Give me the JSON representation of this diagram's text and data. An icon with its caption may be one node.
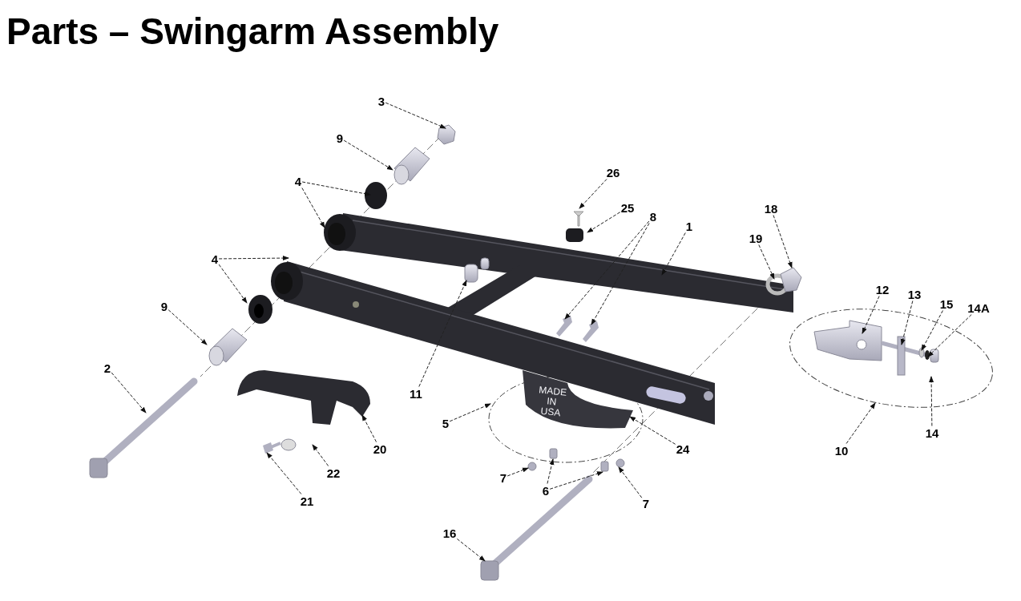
{
  "diagram": {
    "title": "Parts – Swingarm Assembly",
    "nodes": [
      {
        "text": [
          "3"
        ]
      },
      {
        "text": [
          "9"
        ]
      },
      {
        "text": [
          "4"
        ]
      },
      {
        "text": [
          "4"
        ]
      },
      {
        "text": [
          "9"
        ]
      },
      {
        "text": [
          "2"
        ]
      },
      {
        "text": [
          "26"
        ]
      },
      {
        "text": [
          "25"
        ]
      },
      {
        "text": [
          "8"
        ]
      },
      {
        "text": [
          "1"
        ]
      },
      {
        "text": [
          "18"
        ]
      },
      {
        "text": [
          "19"
        ]
      },
      {
        "text": [
          "12"
        ]
      },
      {
        "text": [
          "13"
        ]
      },
      {
        "text": [
          "15"
        ]
      },
      {
        "text": [
          "14A"
        ]
      },
      {
        "text": [
          "11"
        ]
      },
      {
        "text": [
          "5"
        ]
      },
      {
        "text": [
          "24"
        ]
      },
      {
        "text": [
          "20"
        ]
      },
      {
        "text": [
          "22"
        ]
      },
      {
        "text": [
          "21"
        ]
      },
      {
        "text": [
          "7"
        ]
      },
      {
        "text": [
          "6"
        ]
      },
      {
        "text": [
          "7"
        ]
      },
      {
        "text": [
          "10"
        ]
      },
      {
        "text": [
          "14"
        ]
      },
      {
        "text": [
          "16"
        ]
      },
      {
        "text": [
          "MADE IN USA"
        ]
      }
    ],
    "edges": [
      {
        "from": 0,
        "to": null,
        "arrow": "to"
      },
      {
        "from": 1,
        "to": null,
        "arrow": "to"
      },
      {
        "from": 2,
        "to": null,
        "arrow": "to"
      },
      {
        "from": 2,
        "to": null,
        "arrow": "to"
      },
      {
        "from": 3,
        "to": null,
        "arrow": "to"
      },
      {
        "from": 3,
        "to": null,
        "arrow": "to"
      },
      {
        "from": 4,
        "to": null,
        "arrow": "to"
      },
      {
        "from": 5,
        "to": null,
        "arrow": "to"
      },
      {
        "from": 6,
        "to": null,
        "arrow": "to"
      },
      {
        "from": 7,
        "to": null,
        "arrow": "to"
      },
      {
        "from": 8,
        "to": null,
        "arrow": "to"
      },
      {
        "from": 8,
        "to": null,
        "arrow": "to"
      },
      {
        "from": 9,
        "to": null,
        "arrow": "to"
      },
      {
        "from": 10,
        "to": null,
        "arrow": "to"
      },
      {
        "from": 11,
        "to": null,
        "arrow": "to"
      },
      {
        "from": 12,
        "to": null,
        "arrow": "to"
      },
      {
        "from": 13,
        "to": null,
        "arrow": "to"
      },
      {
        "from": 14,
        "to": null,
        "arrow": "to"
      },
      {
        "from": 15,
        "to": null,
        "arrow": "to"
      },
      {
        "from": 16,
        "to": null,
        "arrow": "to"
      },
      {
        "from": 17,
        "to": null,
        "arrow": "to"
      },
      {
        "from": 18,
        "to": 28,
        "arrow": "to"
      },
      {
        "from": 19,
        "to": null,
        "arrow": "to"
      },
      {
        "from": 20,
        "to": null,
        "arrow": "to"
      },
      {
        "from": 21,
        "to": null,
        "arrow": "to"
      },
      {
        "from": 22,
        "to": null,
        "arrow": "to"
      },
      {
        "from": 23,
        "to": null,
        "arrow": "to"
      },
      {
        "from": 23,
        "to": null,
        "arrow": "to"
      },
      {
        "from": 24,
        "to": null,
        "arrow": "to"
      },
      {
        "from": 25,
        "to": null,
        "arrow": "to"
      },
      {
        "from": 26,
        "to": null,
        "arrow": "to"
      },
      {
        "from": 27,
        "to": null,
        "arrow": "to"
      }
    ]
  }
}
